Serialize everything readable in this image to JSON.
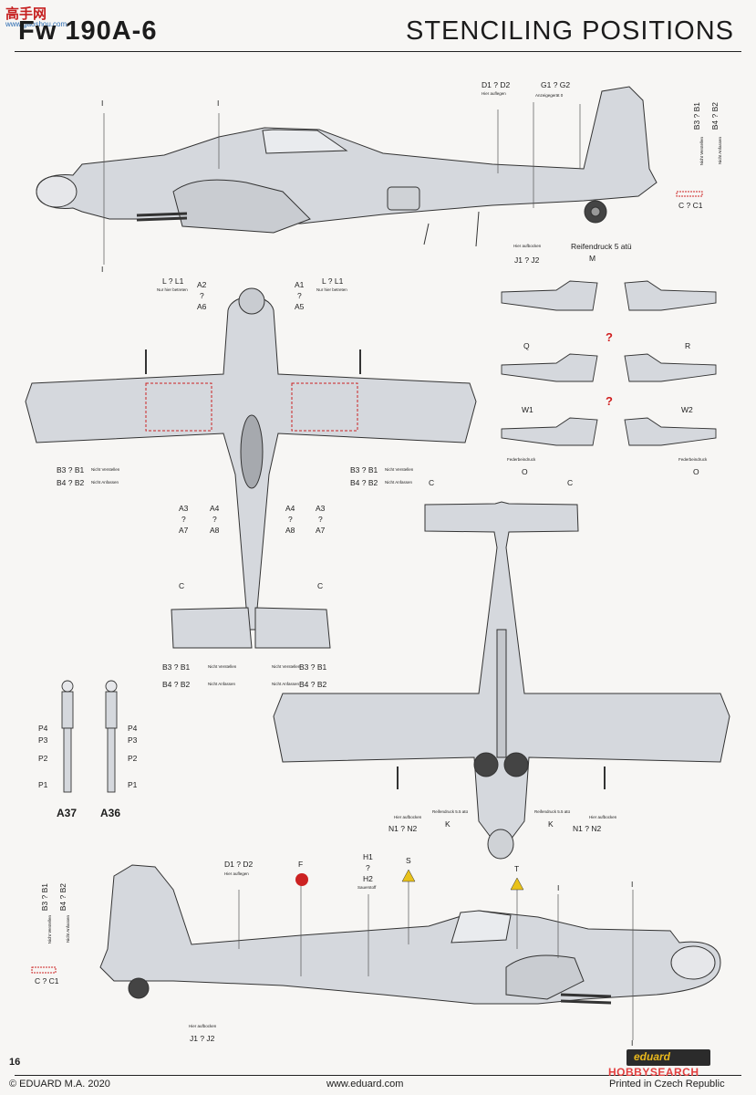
{
  "header": {
    "title_fragment": "Fw 190A-6",
    "right_title": "STENCILING POSITIONS",
    "logo_text": "高手网",
    "logo_sub": "www.gaoshou.com"
  },
  "side_top": {
    "d1d2": "D1 ? D2",
    "hier_auflegen": "Hier auflegen",
    "g1g2": "G1 ? G2",
    "anzeigegeraet": "Anzeigegerät 0",
    "b3b1": "B3 ? B1",
    "b4b2": "B4 ? B2",
    "nicht_verstellen": "Nicht Verstellen",
    "nicht_anfassen": "Nicht Anfassen",
    "cc1": "C ? C1",
    "hier_aufbocken": "Hier aufbocken",
    "j1j2": "J1 ? J2",
    "reifendruck": "Reifendruck 5 atü",
    "m": "M",
    "i_left": "I",
    "i_mid": "I",
    "i_bottom": "I"
  },
  "top_view": {
    "l_l1_left": "L ? L1",
    "l_l1_right": "L ? L1",
    "nur_hier_betreten": "Nur hier betreten",
    "a2": "A2",
    "q1": "?",
    "a6": "A6",
    "a1": "A1",
    "q2": "?",
    "a5": "A5",
    "b3b1_left": "B3 ? B1",
    "b4b2_left": "B4 ? B2",
    "b3b1_right": "B3 ? B1",
    "b4b2_right": "B4 ? B2",
    "nicht_verstellen": "Nicht Verstellen",
    "nicht_anfassen": "Nicht Anfassen",
    "a3_l": "A3",
    "a7_l": "A7",
    "a4_l": "A4",
    "a8_l": "A8",
    "a4_r": "A4",
    "a8_r": "A8",
    "a3_r": "A3",
    "a7_r": "A7",
    "qm": "?",
    "c_left": "C",
    "c_right": "C",
    "b3b1_tail_l": "B3 ? B1",
    "b4b2_tail_l": "B4 ? B2",
    "b3b1_tail_r": "B3 ? B1",
    "b4b2_tail_r": "B4 ? B2"
  },
  "rudder_panels": {
    "q": "Q",
    "r": "R",
    "w1": "W1",
    "w2": "W2",
    "o_left": "O",
    "o_right": "O",
    "federbeindruck": "Federbeindruck",
    "qmark1": "?",
    "qmark2": "?"
  },
  "legs": {
    "p4_l": "P4",
    "p3_l": "P3",
    "p2_l": "P2",
    "p1_l": "P1",
    "p4_r": "P4",
    "p3_r": "P3",
    "p2_r": "P2",
    "p1_r": "P1",
    "a37": "A37",
    "a36": "A36"
  },
  "bottom_view": {
    "c_left": "C",
    "c_right": "C",
    "hier_aufbocken_l": "Hier aufbocken",
    "hier_aufbocken_r": "Hier aufbocken",
    "n1n2_l": "N1 ? N2",
    "n1n2_r": "N1 ? N2",
    "reifendruck_l": "Reifendruck 5.5 atü",
    "reifendruck_r": "Reifendruck 5.5 atü",
    "k_l": "K",
    "k_r": "K"
  },
  "side_bottom": {
    "d1d2": "D1 ? D2",
    "hier_auflegen": "Hier auflegen",
    "f": "F",
    "h1": "H1",
    "hq": "?",
    "h2": "H2",
    "sauerstoff": "Sauerstoff",
    "s": "S",
    "t": "T",
    "b3b1": "B3 ? B1",
    "b4b2": "B4 ? B2",
    "nicht_verstellen": "Nicht Verstellen",
    "nicht_anfassen": "Nicht Anfassen",
    "cc1": "C ? C1",
    "hier_aufbocken": "Hier aufbocken",
    "j1j2": "J1 ? J2",
    "i_a": "I",
    "i_b": "I",
    "i_c": "I"
  },
  "footer": {
    "page": "16",
    "copyright": "© EDUARD M.A. 2020",
    "url": "www.eduard.com",
    "printed": "Printed in Czech Republic",
    "brand": "eduard",
    "watermark": "HOBBYSEARCH"
  },
  "colors": {
    "aircraft_fill": "#d5d8dd",
    "outline": "#333333",
    "red": "#cc2222",
    "yellow": "#e9c21a"
  }
}
